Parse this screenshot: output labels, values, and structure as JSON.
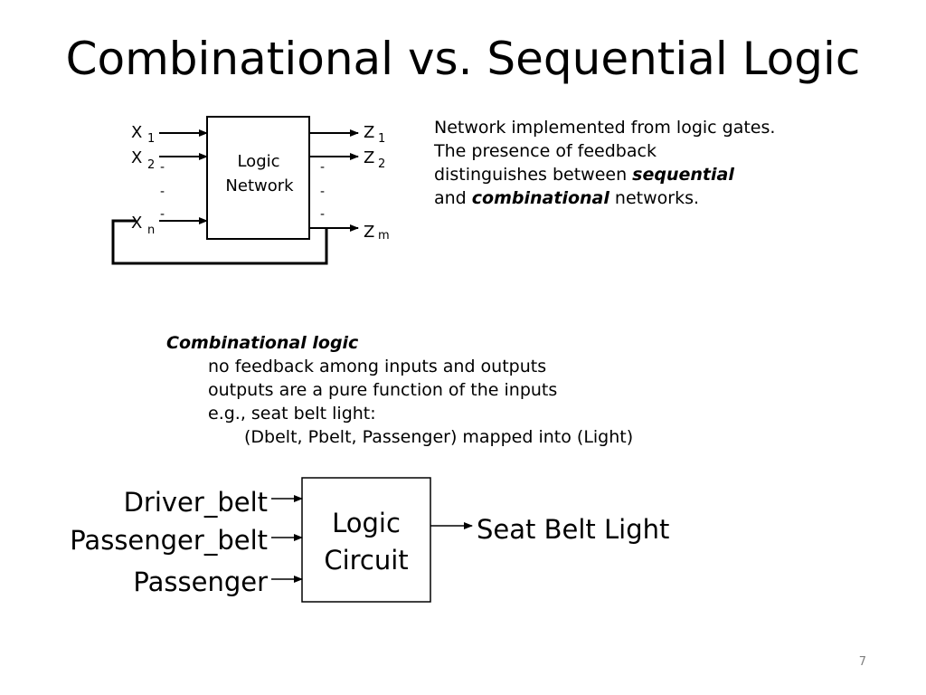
{
  "slide": {
    "title": "Combinational vs. Sequential Logic",
    "page_number": "7"
  },
  "network_diagram": {
    "inputs": {
      "x1": "X",
      "x1_sub": "1",
      "x2": "X",
      "x2_sub": "2",
      "xn": "X",
      "xn_sub": "n"
    },
    "outputs": {
      "z1": "Z",
      "z1_sub": "1",
      "z2": "Z",
      "z2_sub": "2",
      "zm": "Z",
      "zm_sub": "m"
    },
    "box_line1": "Logic",
    "box_line2": "Network",
    "ellipsis": "-"
  },
  "description": {
    "line1": "Network implemented from logic gates.",
    "line2": "The presence of feedback",
    "line3_prefix": "distinguishes between ",
    "line3_emph": "sequential",
    "line4_prefix": "and ",
    "line4_emph": "combinational",
    "line4_suffix": " networks."
  },
  "combinational": {
    "heading": "Combinational logic",
    "bullet1": "no feedback among inputs and outputs",
    "bullet2": "outputs are a pure function of the inputs",
    "bullet3": "e.g., seat belt light:",
    "example": "(Dbelt, Pbelt, Passenger) mapped into (Light)"
  },
  "seatbelt_diagram": {
    "input1": "Driver_belt",
    "input2": "Passenger_belt",
    "input3": "Passenger",
    "box_line1": "Logic",
    "box_line2": "Circuit",
    "output": "Seat Belt Light"
  }
}
